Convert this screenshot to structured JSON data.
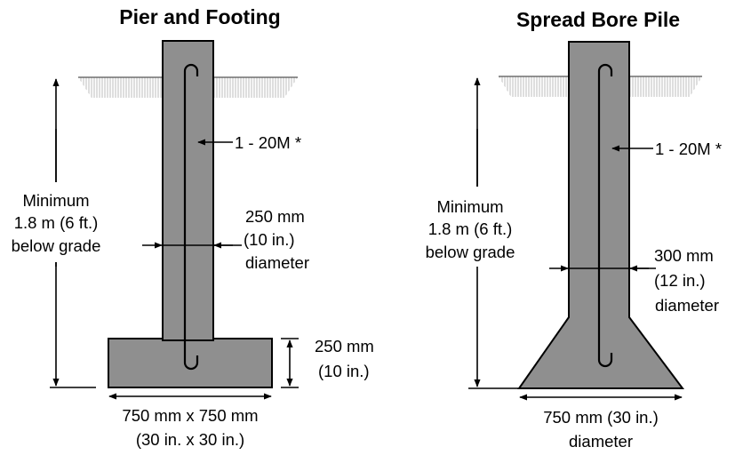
{
  "left": {
    "title": "Pier and Footing",
    "rebar_label": "1 - 20M *",
    "depth_label": [
      "Minimum",
      "1.8 m (6 ft.)",
      "below grade"
    ],
    "pier_diameter_label": [
      "250 mm",
      "(10 in.)",
      "diameter"
    ],
    "footing_thickness_label": [
      "250 mm",
      "(10 in.)"
    ],
    "footing_size_label": [
      "750 mm x 750 mm",
      "(30 in. x 30 in.)"
    ]
  },
  "right": {
    "title": "Spread Bore Pile",
    "rebar_label": "1 - 20M *",
    "depth_label": [
      "Minimum",
      "1.8 m (6 ft.)",
      "below grade"
    ],
    "pile_diameter_label": [
      "300 mm",
      "(12 in.)",
      "diameter"
    ],
    "base_diameter_label": [
      "750 mm (30 in.)",
      "diameter"
    ]
  },
  "colors": {
    "concrete": "#8f8f8f",
    "ground_hatch": "#c9c9c9",
    "line": "#000000"
  }
}
